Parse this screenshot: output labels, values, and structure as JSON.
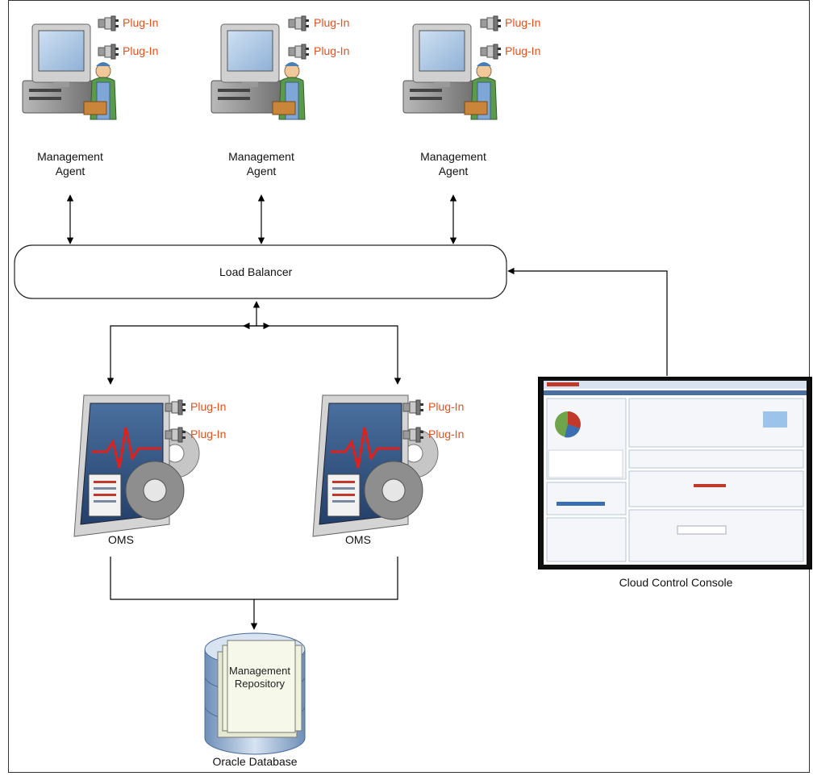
{
  "agents": [
    {
      "label_line1": "Management",
      "label_line2": "Agent",
      "plugins": [
        "Plug-In",
        "Plug-In"
      ]
    },
    {
      "label_line1": "Management",
      "label_line2": "Agent",
      "plugins": [
        "Plug-In",
        "Plug-In"
      ]
    },
    {
      "label_line1": "Management",
      "label_line2": "Agent",
      "plugins": [
        "Plug-In",
        "Plug-In"
      ]
    }
  ],
  "load_balancer": {
    "label": "Load Balancer"
  },
  "oms": [
    {
      "label": "OMS",
      "plugins": [
        "Plug-In",
        "Plug-In"
      ]
    },
    {
      "label": "OMS",
      "plugins": [
        "Plug-In",
        "Plug-In"
      ]
    }
  ],
  "console": {
    "label": "Cloud Control Console"
  },
  "repository": {
    "label_line1": "Management",
    "label_line2": "Repository",
    "db_label": "Oracle Database"
  },
  "colors": {
    "plugin_text": "#e8501b",
    "line": "#000000",
    "monitor_blue": "#3b5f8f"
  }
}
